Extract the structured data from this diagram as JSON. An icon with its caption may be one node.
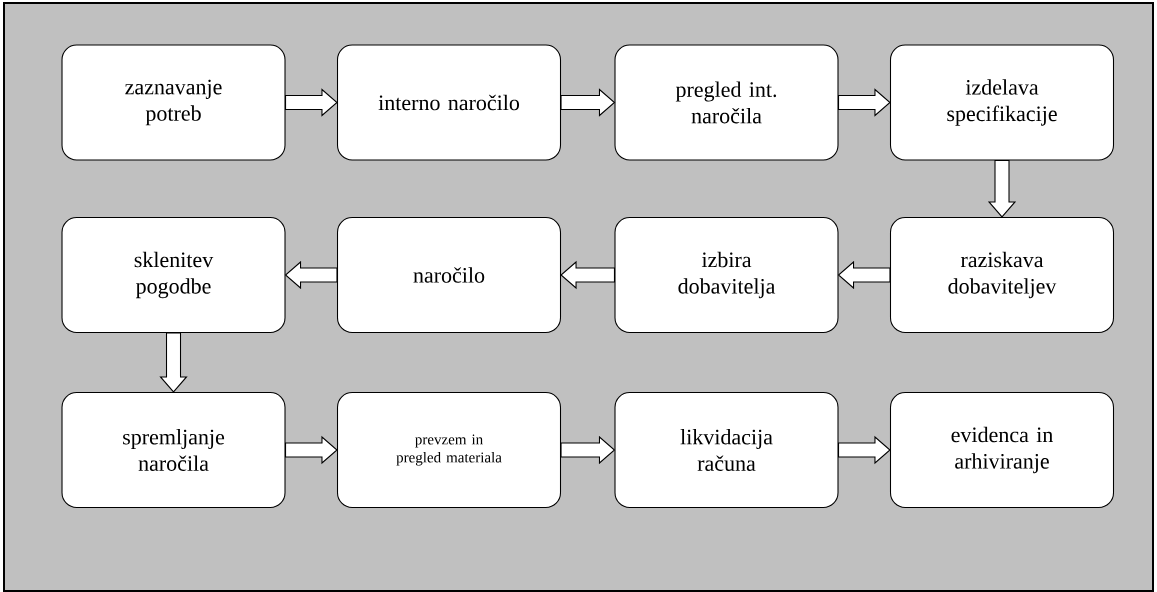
{
  "diagram": {
    "nodes": [
      {
        "text": [
          "zaznavanje potreb"
        ]
      },
      {
        "text": [
          "interno naročilo"
        ]
      },
      {
        "text": [
          "pregled int. naročila"
        ]
      },
      {
        "text": [
          "izdelava specifikacije"
        ]
      },
      {
        "text": [
          "sklenitev pogodbe"
        ]
      },
      {
        "text": [
          "naročilo"
        ]
      },
      {
        "text": [
          "izbira dobavitelja"
        ]
      },
      {
        "text": [
          "raziskava dobaviteljev"
        ]
      },
      {
        "text": [
          "spremljanje naročila"
        ]
      },
      {
        "text": [
          "prevzem in pregled materiala"
        ]
      },
      {
        "text": [
          "likvidacija računa"
        ]
      },
      {
        "text": [
          "evidenca in arhiviranje"
        ]
      }
    ],
    "edges": [
      {
        "from": 0,
        "to": 1,
        "arrow": "to"
      },
      {
        "from": 1,
        "to": 2,
        "arrow": "to"
      },
      {
        "from": 2,
        "to": 3,
        "arrow": "to"
      },
      {
        "from": 3,
        "to": 7,
        "arrow": "to"
      },
      {
        "from": 7,
        "to": 6,
        "arrow": "to"
      },
      {
        "from": 6,
        "to": 5,
        "arrow": "to"
      },
      {
        "from": 5,
        "to": 4,
        "arrow": "to"
      },
      {
        "from": 4,
        "to": 8,
        "arrow": "to"
      },
      {
        "from": 8,
        "to": 9,
        "arrow": "to"
      },
      {
        "from": 9,
        "to": 10,
        "arrow": "to"
      },
      {
        "from": 10,
        "to": 11,
        "arrow": "to"
      }
    ]
  }
}
